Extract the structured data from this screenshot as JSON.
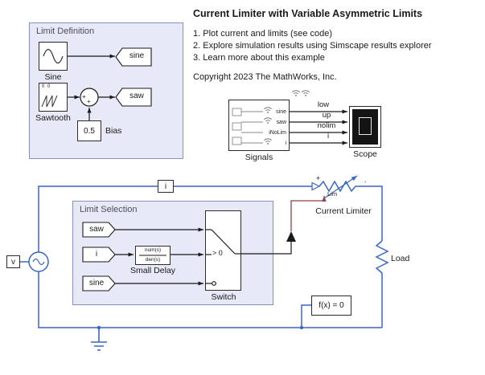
{
  "annotation": {
    "title": "Current Limiter with Variable Asymmetric Limits",
    "lines": [
      "1. Plot current and limits (see code)",
      "2. Explore simulation results using Simscape results explorer",
      "3. Learn more about this example"
    ],
    "copyright": "Copyright 2023 The MathWorks, Inc."
  },
  "limit_definition": {
    "title": "Limit Definition",
    "sine_label": "Sine",
    "sawtooth_label": "Sawtooth",
    "sawtooth_icon": "0 0",
    "sum_plus_left": "+",
    "sum_plus_bottom": "+",
    "goto_sine": "sine",
    "goto_saw": "saw",
    "bias_value": "0.5",
    "bias_label": "Bias"
  },
  "signals": {
    "block_label": "Signals",
    "scope_label": "Scope",
    "ports": [
      "sine",
      "saw",
      "iNoLim",
      "i"
    ],
    "wire_labels": [
      "low",
      "up",
      "nolim",
      "i"
    ]
  },
  "limit_selection": {
    "title": "Limit Selection",
    "from_saw": "saw",
    "from_i": "i",
    "from_sine": "sine",
    "tf_num": "num(s)",
    "tf_den": "den(s)",
    "tf_label": "Small Delay",
    "switch_threshold": "> 0",
    "switch_label": "Switch"
  },
  "circuit": {
    "current_sensor": "i",
    "voltage_sensor": "v",
    "limiter_plus": "+",
    "limiter_dot": ".",
    "limiter_port": "Lim",
    "limiter_label": "Current Limiter",
    "load_label": "Load",
    "solver_label": "f(x) = 0"
  },
  "colors": {
    "wire": "#3A66C4",
    "physical": "#8B4545",
    "signal": "#1a1a1a",
    "subsystem_fill": "#E7E8F8",
    "subsystem_border": "#8691BE"
  }
}
